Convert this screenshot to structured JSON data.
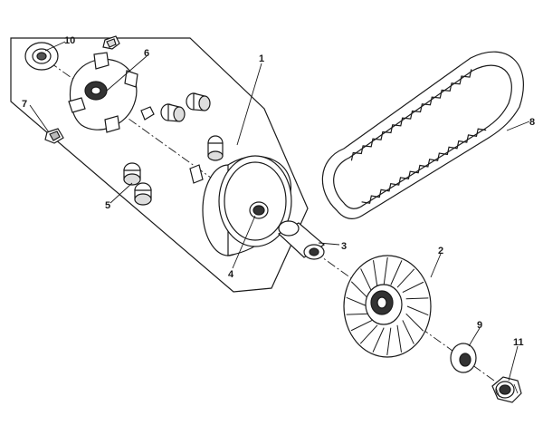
{
  "diagram": {
    "callouts": [
      {
        "id": "1",
        "label": "1"
      },
      {
        "id": "2",
        "label": "2"
      },
      {
        "id": "3",
        "label": "3"
      },
      {
        "id": "4",
        "label": "4"
      },
      {
        "id": "5",
        "label": "5"
      },
      {
        "id": "6",
        "label": "6"
      },
      {
        "id": "7",
        "label": "7"
      },
      {
        "id": "8",
        "label": "8"
      },
      {
        "id": "9",
        "label": "9"
      },
      {
        "id": "10",
        "label": "10"
      },
      {
        "id": "11",
        "label": "11"
      }
    ]
  },
  "colors": {
    "ink": "#1a1a1a",
    "fill_light": "#ffffff",
    "shade": "#8a8a8a",
    "background": "#ffffff"
  }
}
